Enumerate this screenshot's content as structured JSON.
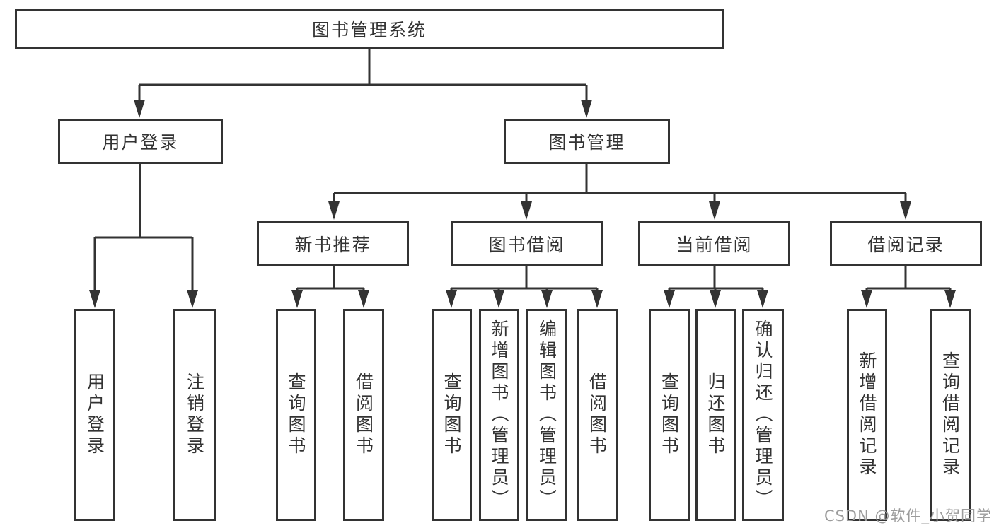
{
  "tree": {
    "label": "图书管理系统",
    "children": [
      {
        "label": "用户登录",
        "children": [
          {
            "label": "用户登录"
          },
          {
            "label": "注销登录"
          }
        ]
      },
      {
        "label": "图书管理",
        "children": [
          {
            "label": "新书推荐",
            "children": [
              {
                "label": "查询图书"
              },
              {
                "label": "借阅图书"
              }
            ]
          },
          {
            "label": "图书借阅",
            "children": [
              {
                "label": "查询图书"
              },
              {
                "label": "新增图书（管理员）"
              },
              {
                "label": "编辑图书（管理员）"
              },
              {
                "label": "借阅图书"
              }
            ]
          },
          {
            "label": "当前借阅",
            "children": [
              {
                "label": "查询图书"
              },
              {
                "label": "归还图书"
              },
              {
                "label": "确认归还（管理员）"
              }
            ]
          },
          {
            "label": "借阅记录",
            "children": [
              {
                "label": "新增借阅记录"
              },
              {
                "label": "查询借阅记录"
              }
            ]
          }
        ]
      }
    ]
  },
  "watermark": {
    "text": "CSDN @软件_小贺同学"
  },
  "colors": {
    "line": "#333333",
    "text": "#333333",
    "box_background": "#ffffff",
    "watermark": "#9c9c9c",
    "page_background": "#ffffff"
  }
}
